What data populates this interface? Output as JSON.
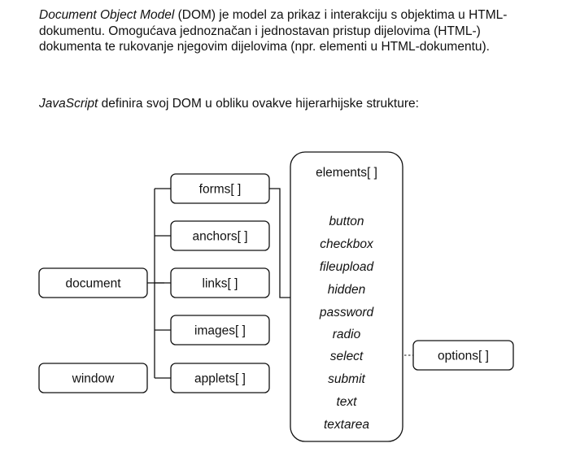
{
  "intro": {
    "term": "Document Object Model",
    "text": " (DOM) je model za prikaz i interakciju s objektima u HTML-dokumentu. Omogućava jednoznačan i jednostavan pristup dijelovima (HTML-) dokumenta te rukovanje njegovim dijelovima (npr. elementi u HTML-dokumentu)."
  },
  "subtitle": {
    "term": "JavaScript",
    "text": " definira svoj DOM u obliku ovakve hijerarhijske strukture:"
  },
  "diagram": {
    "document": "document",
    "window": "window",
    "collections": [
      "forms[ ]",
      "anchors[ ]",
      "links[ ]",
      "images[ ]",
      "applets[ ]"
    ],
    "elements_title": "elements[ ]",
    "elements": [
      "button",
      "checkbox",
      "fileupload",
      "hidden",
      "password",
      "radio",
      "select",
      "submit",
      "text",
      "textarea"
    ],
    "options": "options[ ]"
  }
}
